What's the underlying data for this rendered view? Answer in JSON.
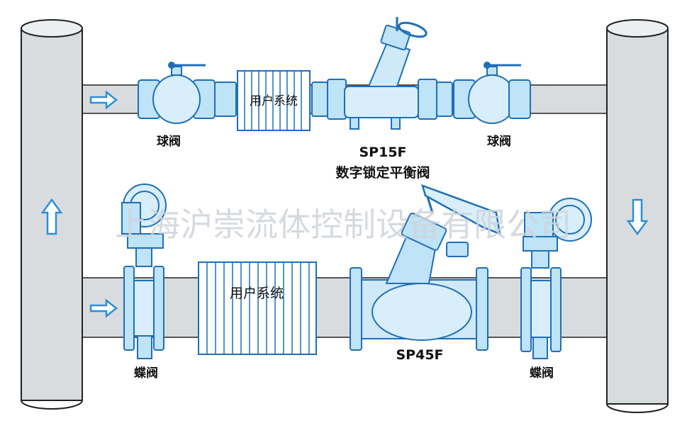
{
  "colors": {
    "valve_blue": "#2a8fd8",
    "valve_fill": "#bfe3f7",
    "pipe_gray": "#d9dcdf",
    "arrow_blue": "#2a8fd8"
  },
  "labels": {
    "ball_valve_left": "球阀",
    "ball_valve_right": "球阀",
    "user_system_top": "用户系统",
    "user_system_bottom": "用户系统",
    "valve_model_top": "SP15F",
    "valve_desc_top": "数字锁定平衡阀",
    "valve_model_bottom": "SP45F",
    "butterfly_valve_left": "蝶阀",
    "butterfly_valve_right": "蝶阀",
    "watermark": "上海沪崇流体控制设备有限公司"
  },
  "icons": {
    "flow_arrow_top": "arrow-right-icon",
    "flow_arrow_bottom": "arrow-right-icon",
    "flow_arrow_left_riser": "arrow-up-icon",
    "flow_arrow_right_riser": "arrow-down-icon"
  }
}
